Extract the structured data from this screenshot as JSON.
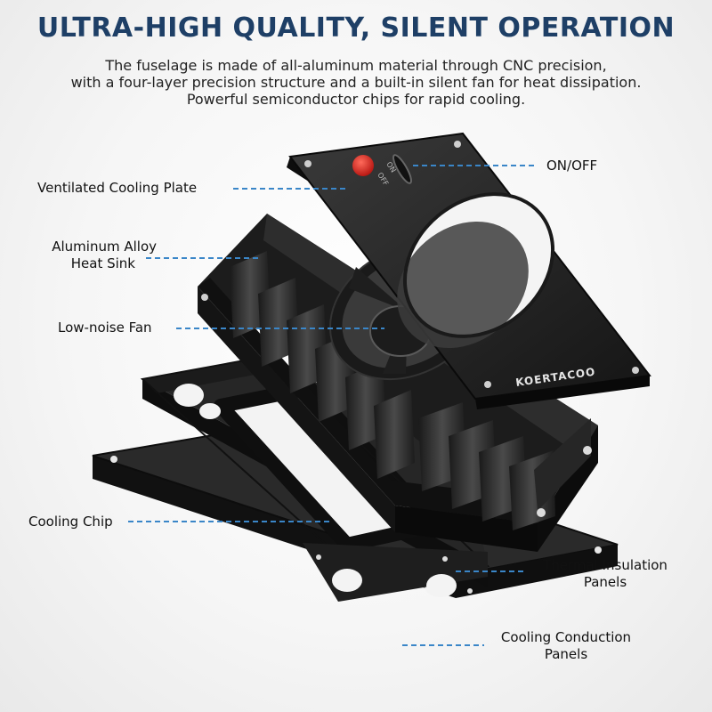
{
  "headline": "ULTRA-HIGH QUALITY, SILENT OPERATION",
  "description": [
    "The fuselage is made of all-aluminum material through CNC precision,",
    "with a four-layer precision structure and a built-in silent fan for heat dissipation.",
    "Powerful semiconductor chips for rapid cooling."
  ],
  "product": {
    "brand": "KOERTACOO",
    "switch_on": "ON",
    "switch_off": "OFF"
  },
  "labels": {
    "on_off": "ON/OFF",
    "ventilated_plate": "Ventilated Cooling Plate",
    "heat_sink_line1": "Aluminum Alloy",
    "heat_sink_line2": "Heat Sink",
    "fan": "Low-noise Fan",
    "cooling_chip": "Cooling Chip",
    "insulation_line1": "Thermal Insulation",
    "insulation_line2": "Panels",
    "conduction_line1": "Cooling Conduction",
    "conduction_line2": "Panels"
  },
  "colors": {
    "headline": "#1e3f66",
    "leader_line": "#3a86c8",
    "power_button": "#e0201b"
  }
}
